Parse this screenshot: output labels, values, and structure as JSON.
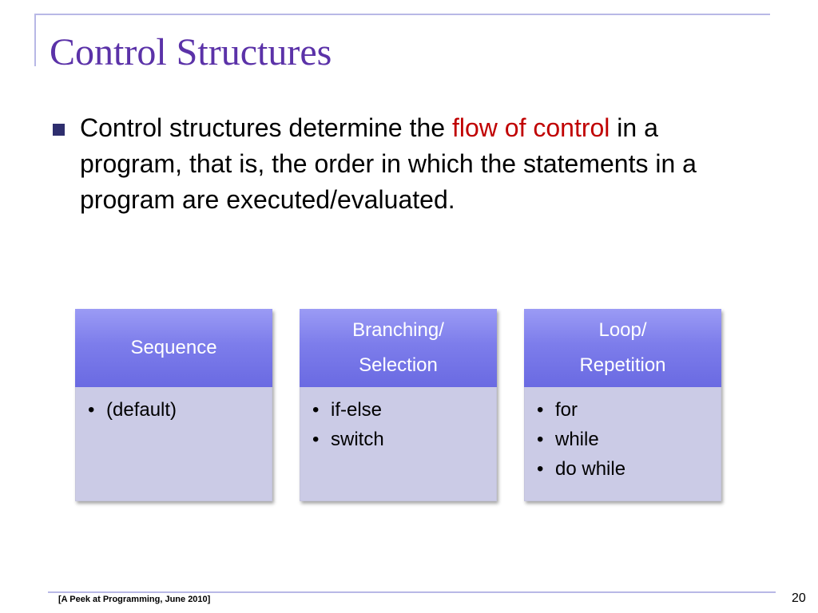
{
  "slide": {
    "title": "Control Structures",
    "bullet": {
      "text_before": "Control structures determine the ",
      "highlight": "flow of control",
      "text_after": " in a program, that is, the order in which the statements in a program are executed/evaluated."
    },
    "boxes": [
      {
        "title_lines": [
          "Sequence"
        ],
        "items": [
          "(default)"
        ]
      },
      {
        "title_lines": [
          "Branching/",
          "Selection"
        ],
        "items": [
          "if-else",
          "switch"
        ]
      },
      {
        "title_lines": [
          "Loop/",
          "Repetition"
        ],
        "items": [
          "for",
          "while",
          "do while"
        ]
      }
    ],
    "footer": {
      "note": "[A Peek at Programming, June 2010]",
      "page_number": "20"
    },
    "colors": {
      "title": "#5b32a8",
      "highlight": "#c00000",
      "box_header": "#7d7deb",
      "box_body": "#cbcbe6",
      "frame": "#b8b8e6"
    }
  }
}
